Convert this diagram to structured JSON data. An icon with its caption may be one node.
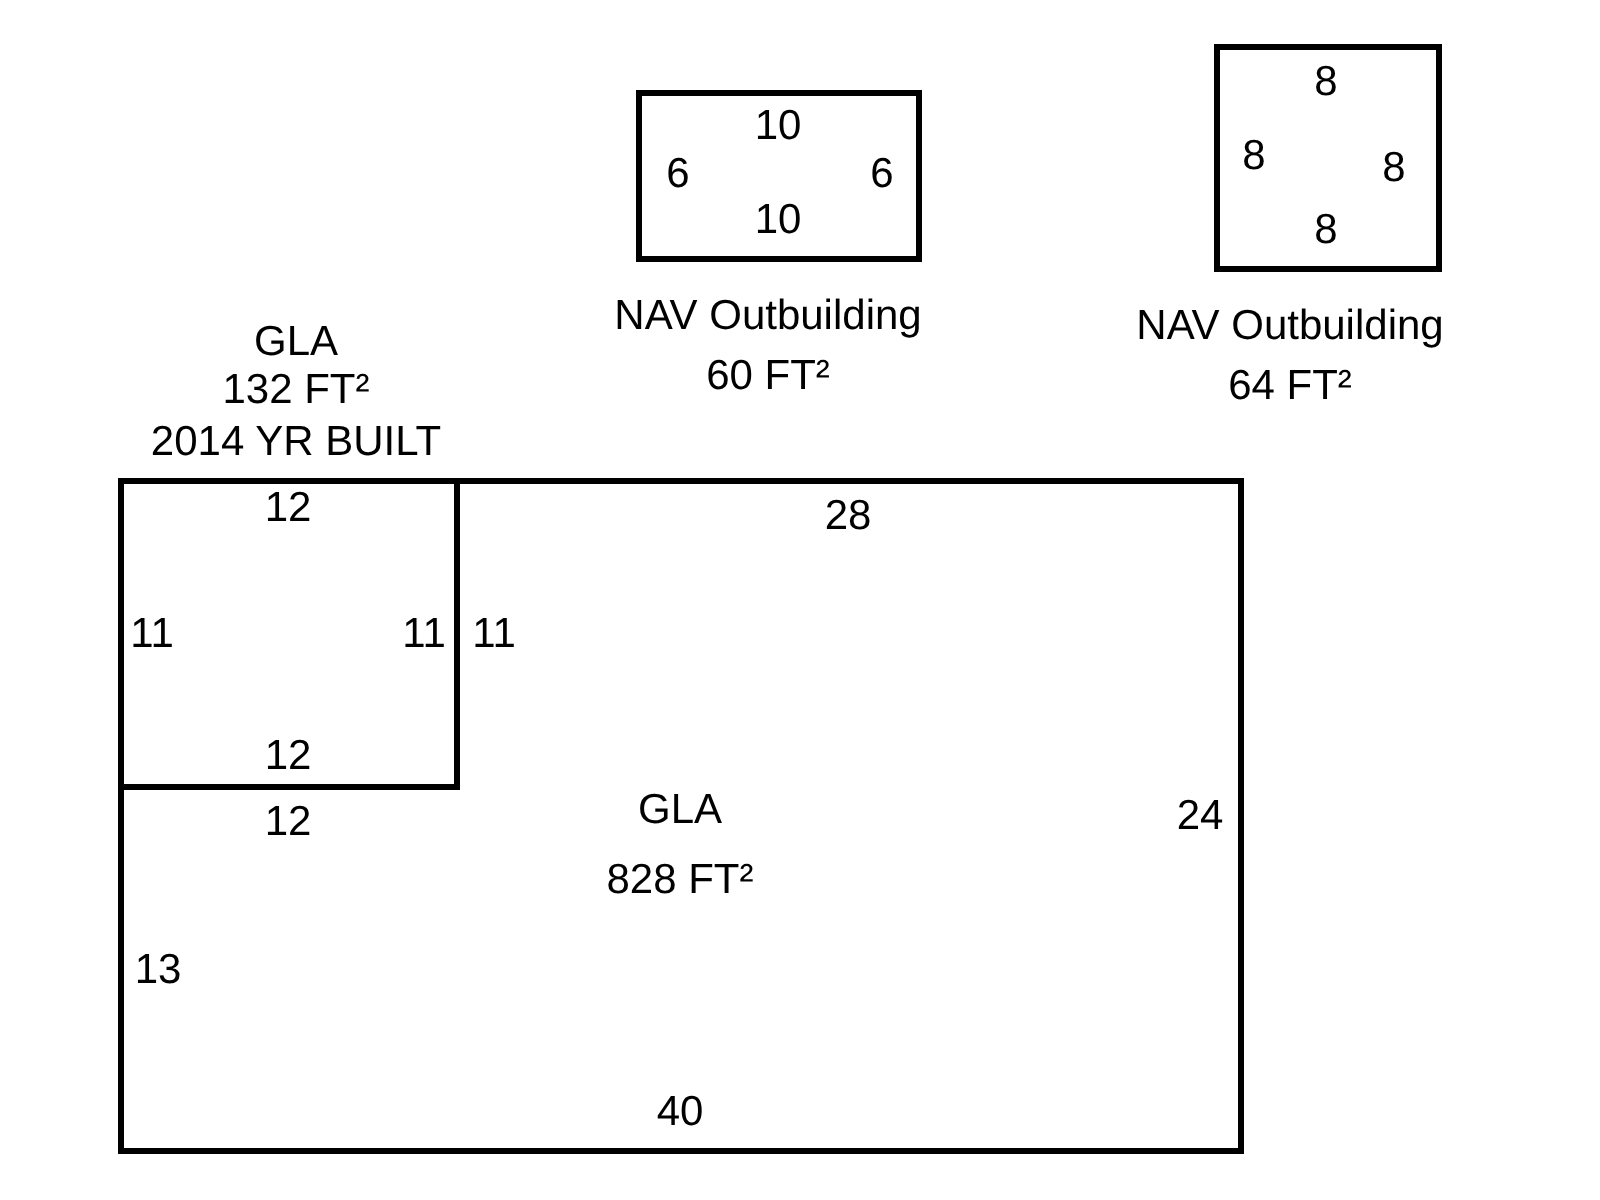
{
  "diagram": {
    "nodes": [
      {
        "text": [
          "GLA",
          "828 FT²"
        ]
      },
      {
        "text": [
          "GLA",
          "132 FT²",
          "2014 YR BUILT"
        ],
        "in": 0
      },
      {
        "text": [
          "NAV Outbuilding",
          "60 FT²"
        ]
      },
      {
        "text": [
          "NAV Outbuilding",
          "64 FT²"
        ]
      }
    ],
    "edges": [],
    "labels": [
      "10",
      "6",
      "6",
      "10",
      "8",
      "8",
      "8",
      "8",
      "12",
      "28",
      "11",
      "11",
      "11",
      "12",
      "12",
      "24",
      "13",
      "40"
    ]
  }
}
